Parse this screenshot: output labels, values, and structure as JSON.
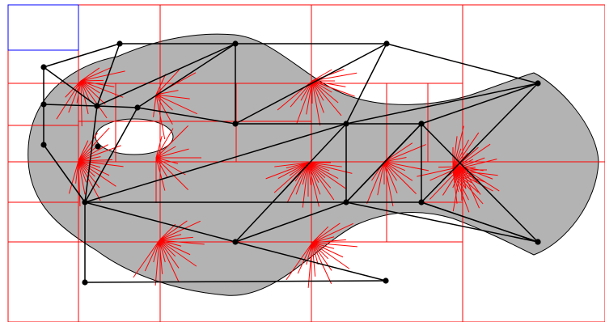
{
  "diagram": {
    "colors": {
      "background": "#ffffff",
      "shape_fill": "#b3b3b3",
      "shape_stroke": "#000000",
      "hole_fill": "#ffffff",
      "quadtree_line": "#ff0000",
      "highlight_cell": "#0000ff",
      "ray": "#ff0000",
      "edge": "#000000",
      "node": "#000000"
    },
    "node_ids": [
      "n1",
      "n2",
      "n3",
      "n4",
      "n5",
      "n6",
      "n7",
      "n8",
      "n9",
      "n10",
      "n11",
      "n12",
      "n13",
      "n14",
      "n15",
      "n16",
      "n17",
      "n18",
      "n19",
      "n20",
      "n21",
      "n22"
    ],
    "edges": [
      [
        "n1",
        "n2"
      ],
      [
        "n2",
        "n3"
      ],
      [
        "n3",
        "n4"
      ],
      [
        "n1",
        "n5"
      ],
      [
        "n5",
        "n6"
      ],
      [
        "n6",
        "n8"
      ],
      [
        "n8",
        "n11"
      ],
      [
        "n11",
        "n12"
      ],
      [
        "n12",
        "n20"
      ],
      [
        "n20",
        "n19"
      ],
      [
        "n19",
        "n15"
      ],
      [
        "n15",
        "n14"
      ],
      [
        "n14",
        "n21"
      ],
      [
        "n21",
        "n22"
      ],
      [
        "n22",
        "n17"
      ],
      [
        "n17",
        "n16"
      ],
      [
        "n16",
        "n4"
      ],
      [
        "n1",
        "n7"
      ],
      [
        "n2",
        "n7"
      ],
      [
        "n2",
        "n9"
      ],
      [
        "n2",
        "n10"
      ],
      [
        "n3",
        "n10"
      ],
      [
        "n3",
        "n13"
      ],
      [
        "n4",
        "n13"
      ],
      [
        "n4",
        "n14"
      ],
      [
        "n5",
        "n7"
      ],
      [
        "n6",
        "n7"
      ],
      [
        "n7",
        "n9"
      ],
      [
        "n7",
        "n11"
      ],
      [
        "n9",
        "n10"
      ],
      [
        "n10",
        "n13"
      ],
      [
        "n13",
        "n14"
      ],
      [
        "n13",
        "n11"
      ],
      [
        "n9",
        "n11"
      ],
      [
        "n11",
        "n15"
      ],
      [
        "n11",
        "n19"
      ],
      [
        "n13",
        "n19"
      ],
      [
        "n13",
        "n15"
      ],
      [
        "n14",
        "n15"
      ],
      [
        "n15",
        "n16"
      ],
      [
        "n14",
        "n16"
      ],
      [
        "n16",
        "n22"
      ],
      [
        "n15",
        "n17"
      ]
    ],
    "ray_fans": [
      {
        "id": "fan-1",
        "count": 16
      },
      {
        "id": "fan-2",
        "count": 10
      },
      {
        "id": "fan-3",
        "count": 18
      },
      {
        "id": "fan-4",
        "count": 20
      },
      {
        "id": "fan-5",
        "count": 26
      },
      {
        "id": "fan-6",
        "count": 12
      },
      {
        "id": "fan-7",
        "count": 16
      },
      {
        "id": "fan-8",
        "count": 18
      },
      {
        "id": "fan-9",
        "count": 18
      },
      {
        "id": "fan-10",
        "count": 16
      },
      {
        "id": "fan-11",
        "count": 26
      }
    ]
  }
}
